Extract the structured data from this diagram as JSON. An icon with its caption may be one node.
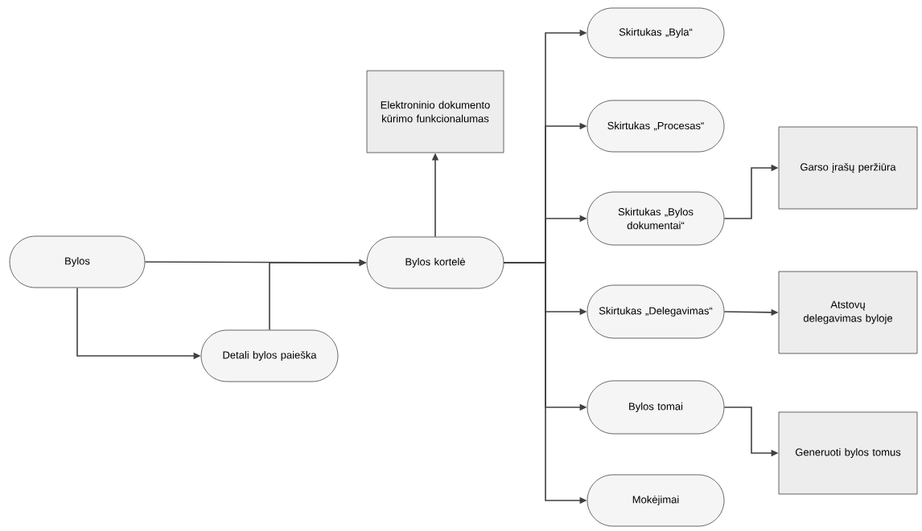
{
  "diagram": {
    "nodes": [
      {
        "text": [
          "Bylos"
        ]
      },
      {
        "text": [
          "Detali bylos paieška"
        ]
      },
      {
        "text": [
          "Bylos kortelė"
        ]
      },
      {
        "text": [
          "Elektroninio dokumento kūrimo funkcionalumas"
        ]
      },
      {
        "text": [
          "Skirtukas „Byla“"
        ]
      },
      {
        "text": [
          "Skirtukas „Procesas“"
        ]
      },
      {
        "text": [
          "Skirtukas „Bylos dokumentai“"
        ]
      },
      {
        "text": [
          "Garso įrašų peržiūra"
        ]
      },
      {
        "text": [
          "Skirtukas „Delegavimas“"
        ]
      },
      {
        "text": [
          "Atstovų delegavimas byloje"
        ]
      },
      {
        "text": [
          "Bylos tomai"
        ]
      },
      {
        "text": [
          "Generuoti bylos tomus"
        ]
      },
      {
        "text": [
          "Mokėjimai"
        ]
      }
    ],
    "edges": [
      {
        "from": 0,
        "to": 2,
        "arrow": "to"
      },
      {
        "from": 0,
        "to": 1,
        "arrow": "to"
      },
      {
        "from": 1,
        "to": 2,
        "arrow": "to"
      },
      {
        "from": 2,
        "to": 3,
        "arrow": "to"
      },
      {
        "from": 2,
        "to": 4,
        "arrow": "to"
      },
      {
        "from": 2,
        "to": 5,
        "arrow": "to"
      },
      {
        "from": 2,
        "to": 6,
        "arrow": "to"
      },
      {
        "from": 2,
        "to": 8,
        "arrow": "to"
      },
      {
        "from": 2,
        "to": 10,
        "arrow": "to"
      },
      {
        "from": 2,
        "to": 12,
        "arrow": "to"
      },
      {
        "from": 6,
        "to": 7,
        "arrow": "to"
      },
      {
        "from": 8,
        "to": 9,
        "arrow": "to"
      },
      {
        "from": 10,
        "to": 11,
        "arrow": "to"
      }
    ]
  }
}
